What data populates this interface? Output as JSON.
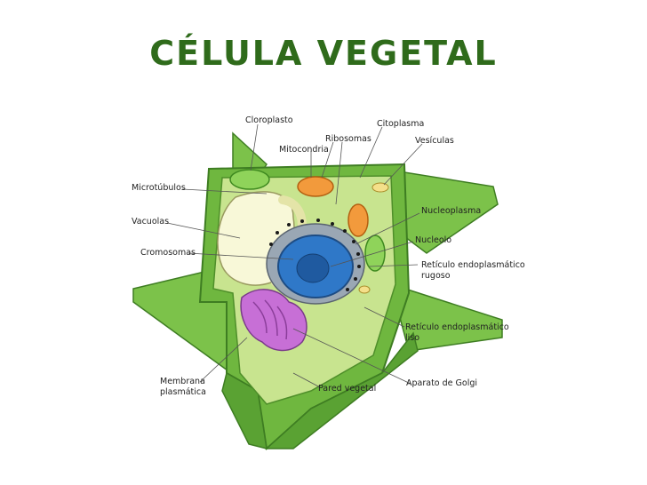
{
  "title": "CÉLULA VEGETAL",
  "colors": {
    "title": "#2f6b1b",
    "cell_wall": "#6fb73f",
    "cytoplasm": "#c8e48f",
    "vacuole": "#f8f8d8",
    "nucleus": "#2f78c8",
    "golgi": "#c76fd6",
    "mitochondria": "#f29a3c",
    "chloroplast": "#8fd35a"
  },
  "labels": {
    "cloroplasto": "Cloroplasto",
    "citoplasma": "Citoplasma",
    "ribosomas": "Ribosomas",
    "mitocondria": "Mitocondria",
    "vesiculas": "Vesículas",
    "microtubulos": "Microtúbulos",
    "vacuolas": "Vacuolas",
    "cromosomas": "Cromosomas",
    "nucleoplasma": "Nucleoplasma",
    "nucleolo": "Nucleolo",
    "reticulo_rugoso": "Retículo endoplasmático\nrugoso",
    "reticulo_liso": "Retículo endoplasmático\nliso",
    "membrana": "Membrana\nplasmática",
    "aparato_golgi": "Aparato de Golgi",
    "pared": "Pared vegetal"
  }
}
